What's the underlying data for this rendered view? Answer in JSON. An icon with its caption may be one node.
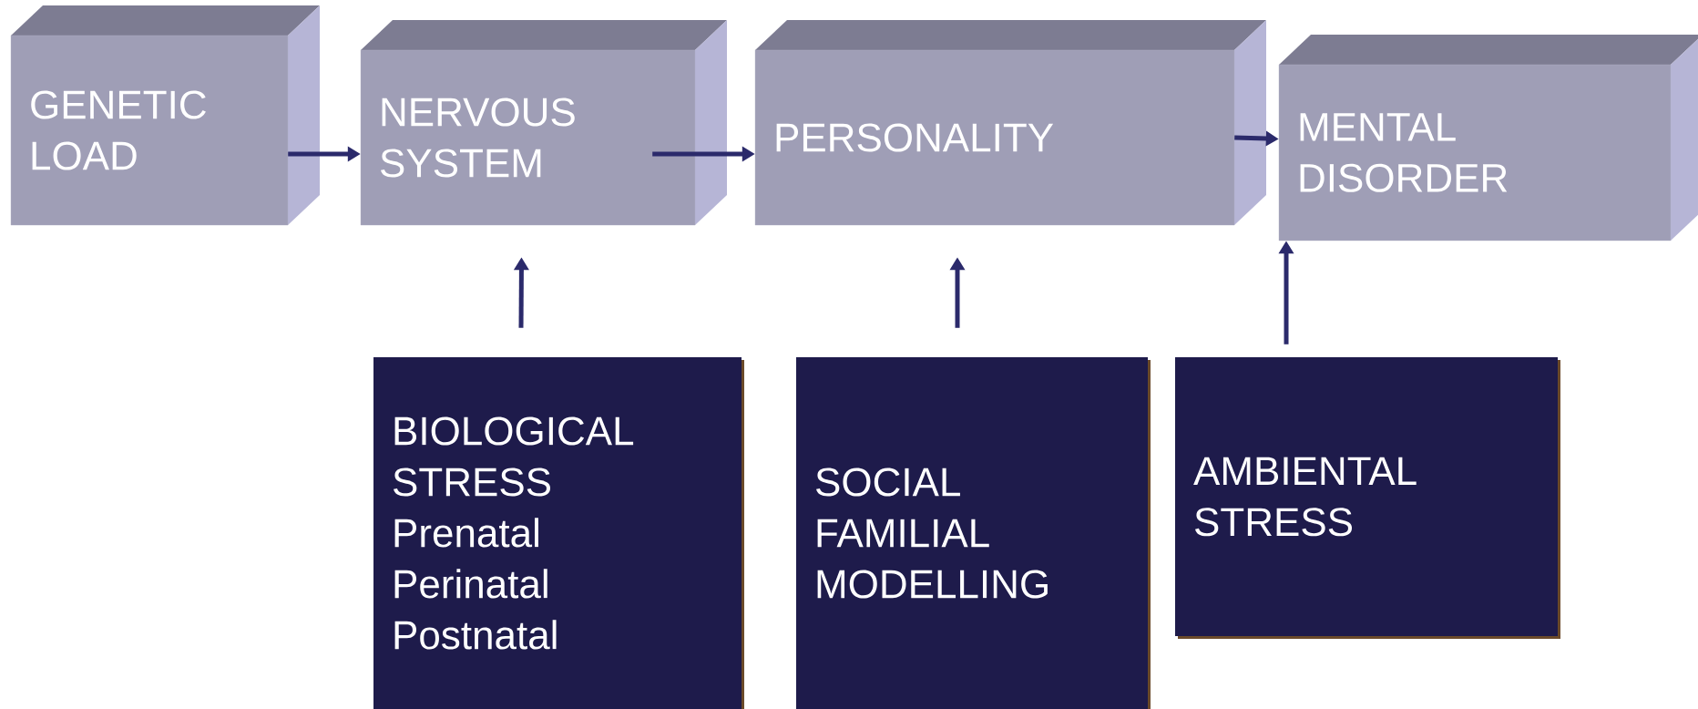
{
  "diagram": {
    "nodes": [
      {
        "text": [
          "GENETIC LOAD"
        ]
      },
      {
        "text": [
          "NERVOUS SYSTEM"
        ]
      },
      {
        "text": [
          "PERSONALITY"
        ]
      },
      {
        "text": [
          "MENTAL DISORDER"
        ]
      },
      {
        "text": [
          "BIOLOGICAL STRESS",
          "Prenatal",
          "Perinatal",
          "Postnatal"
        ]
      },
      {
        "text": [
          "SOCIAL FAMILIAL MODELLING"
        ]
      },
      {
        "text": [
          "AMBIENTAL STRESS"
        ]
      }
    ],
    "edges": [
      {
        "from": 0,
        "to": 1,
        "arrow": "to"
      },
      {
        "from": 1,
        "to": 2,
        "arrow": "to"
      },
      {
        "from": 2,
        "to": 3,
        "arrow": "to"
      },
      {
        "from": 4,
        "to": 1,
        "arrow": "to"
      },
      {
        "from": 5,
        "to": 2,
        "arrow": "to"
      },
      {
        "from": 6,
        "to": 3,
        "arrow": "to"
      }
    ]
  }
}
